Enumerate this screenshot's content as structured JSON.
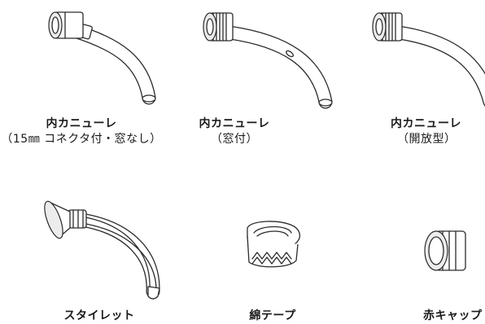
{
  "items": [
    {
      "id": "inner-cannula-15mm",
      "line1": "内カニューレ",
      "line2": "（15㎜ コネクタ付・窓なし）"
    },
    {
      "id": "inner-cannula-window",
      "line1": "内カニューレ",
      "line2": "（窓付）"
    },
    {
      "id": "inner-cannula-open",
      "line1": "内カニューレ",
      "line2": "（開放型）"
    },
    {
      "id": "stylet",
      "line1": "スタイレット",
      "line2": ""
    },
    {
      "id": "cotton-tape",
      "line1": "綿テープ",
      "line2": ""
    },
    {
      "id": "red-cap",
      "line1": "赤キャップ",
      "line2": ""
    }
  ]
}
